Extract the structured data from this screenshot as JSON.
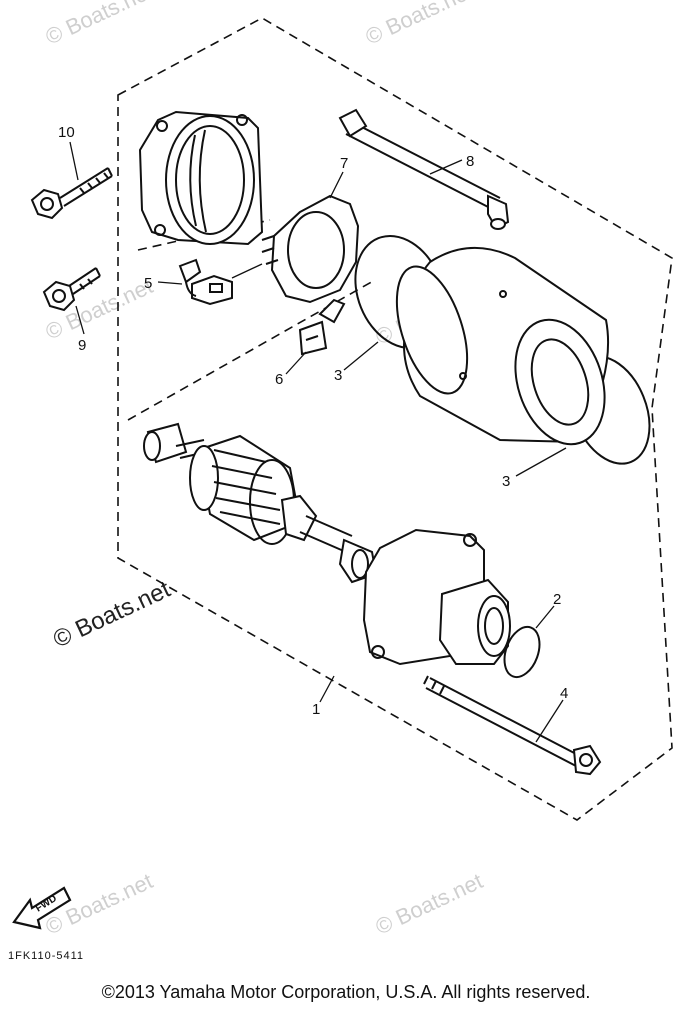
{
  "diagram": {
    "callouts": [
      "10",
      "7",
      "8",
      "5",
      "9",
      "6",
      "3",
      "3",
      "2",
      "1",
      "4"
    ],
    "direction_label": "FWD",
    "watermark": "© Boats.net",
    "part_code": "1FK110-5411",
    "copyright": "©2013 Yamaha Motor Corporation, U.S.A. All rights reserved.",
    "colors": {
      "ink": "#111111",
      "watermark": "#cfcfcf",
      "background": "#ffffff"
    }
  }
}
